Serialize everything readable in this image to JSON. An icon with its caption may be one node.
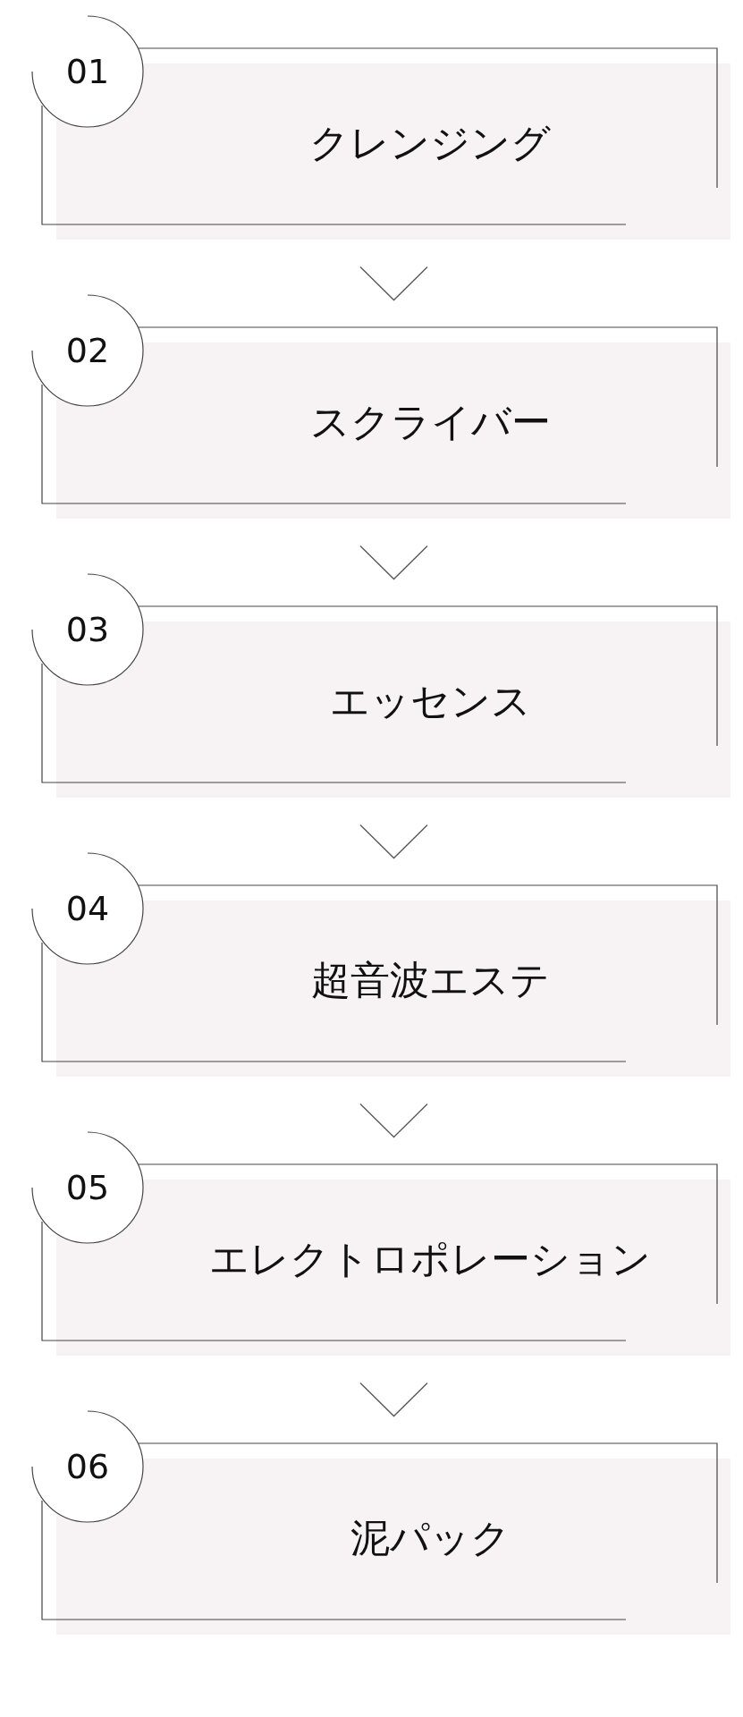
{
  "diagram": {
    "nodes": [
      {
        "text": [
          "01"
        ]
      },
      {
        "text": [
          "クレンジング"
        ]
      },
      {
        "text": [
          "02"
        ]
      },
      {
        "text": [
          "スクライバー"
        ]
      },
      {
        "text": [
          "03"
        ]
      },
      {
        "text": [
          "エッセンス"
        ]
      },
      {
        "text": [
          "04"
        ]
      },
      {
        "text": [
          "超音波エステ"
        ]
      },
      {
        "text": [
          "05"
        ]
      },
      {
        "text": [
          "エレクトロポレーション"
        ]
      },
      {
        "text": [
          "06"
        ]
      },
      {
        "text": [
          "泥パック"
        ]
      }
    ],
    "edges": [
      {
        "from": 1,
        "to": 3,
        "arrow": "to"
      },
      {
        "from": 3,
        "to": 5,
        "arrow": "to"
      },
      {
        "from": 5,
        "to": 7,
        "arrow": "to"
      },
      {
        "from": 7,
        "to": 9,
        "arrow": "to"
      },
      {
        "from": 9,
        "to": 11,
        "arrow": "to"
      }
    ]
  }
}
